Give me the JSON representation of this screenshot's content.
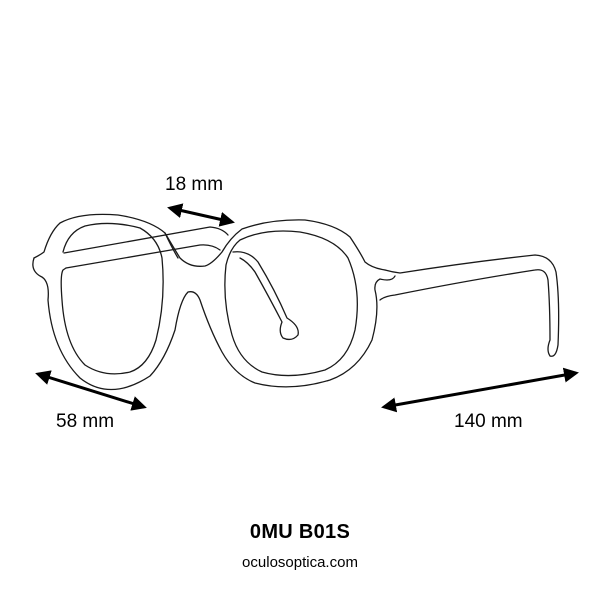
{
  "product": {
    "model": "0MU B01S",
    "website": "oculosoptica.com"
  },
  "measurements": {
    "bridge_width": "18 mm",
    "lens_width": "58 mm",
    "temple_length": "140 mm"
  },
  "illustration": {
    "subject": "eyeglasses-frame-line-drawing",
    "stroke_color": "#1a1a1a",
    "arrow_color": "#000000",
    "background": "#ffffff"
  }
}
